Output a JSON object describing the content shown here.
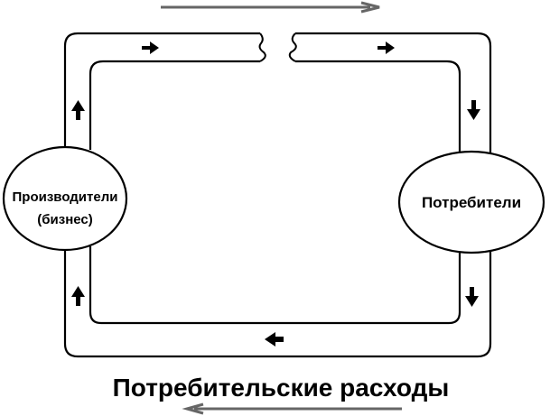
{
  "nodes": {
    "producers": {
      "line1": "Производители",
      "line2": "(бизнес)"
    },
    "consumers": {
      "label": "Потребители"
    }
  },
  "caption": {
    "text": "Потребительские расходы"
  },
  "colors": {
    "stroke": "#000000",
    "flow_arrow": "#666666",
    "background": "#ffffff"
  },
  "flow": {
    "top_direction": "right",
    "right_direction": "down",
    "bottom_direction": "left",
    "left_direction": "up",
    "top_break": true
  }
}
